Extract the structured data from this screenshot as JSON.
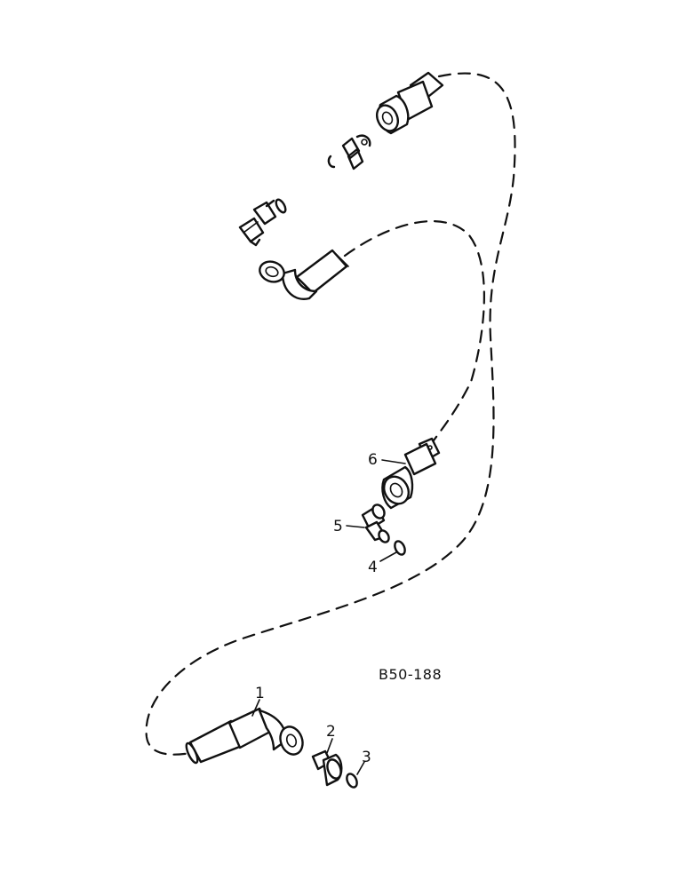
{
  "drawing": {
    "reference": "B50-188",
    "callouts": [
      {
        "id": "callout-1",
        "label": "1"
      },
      {
        "id": "callout-2",
        "label": "2"
      },
      {
        "id": "callout-3",
        "label": "3"
      },
      {
        "id": "callout-4",
        "label": "4"
      },
      {
        "id": "callout-5",
        "label": "5"
      },
      {
        "id": "callout-6",
        "label": "6"
      }
    ]
  }
}
